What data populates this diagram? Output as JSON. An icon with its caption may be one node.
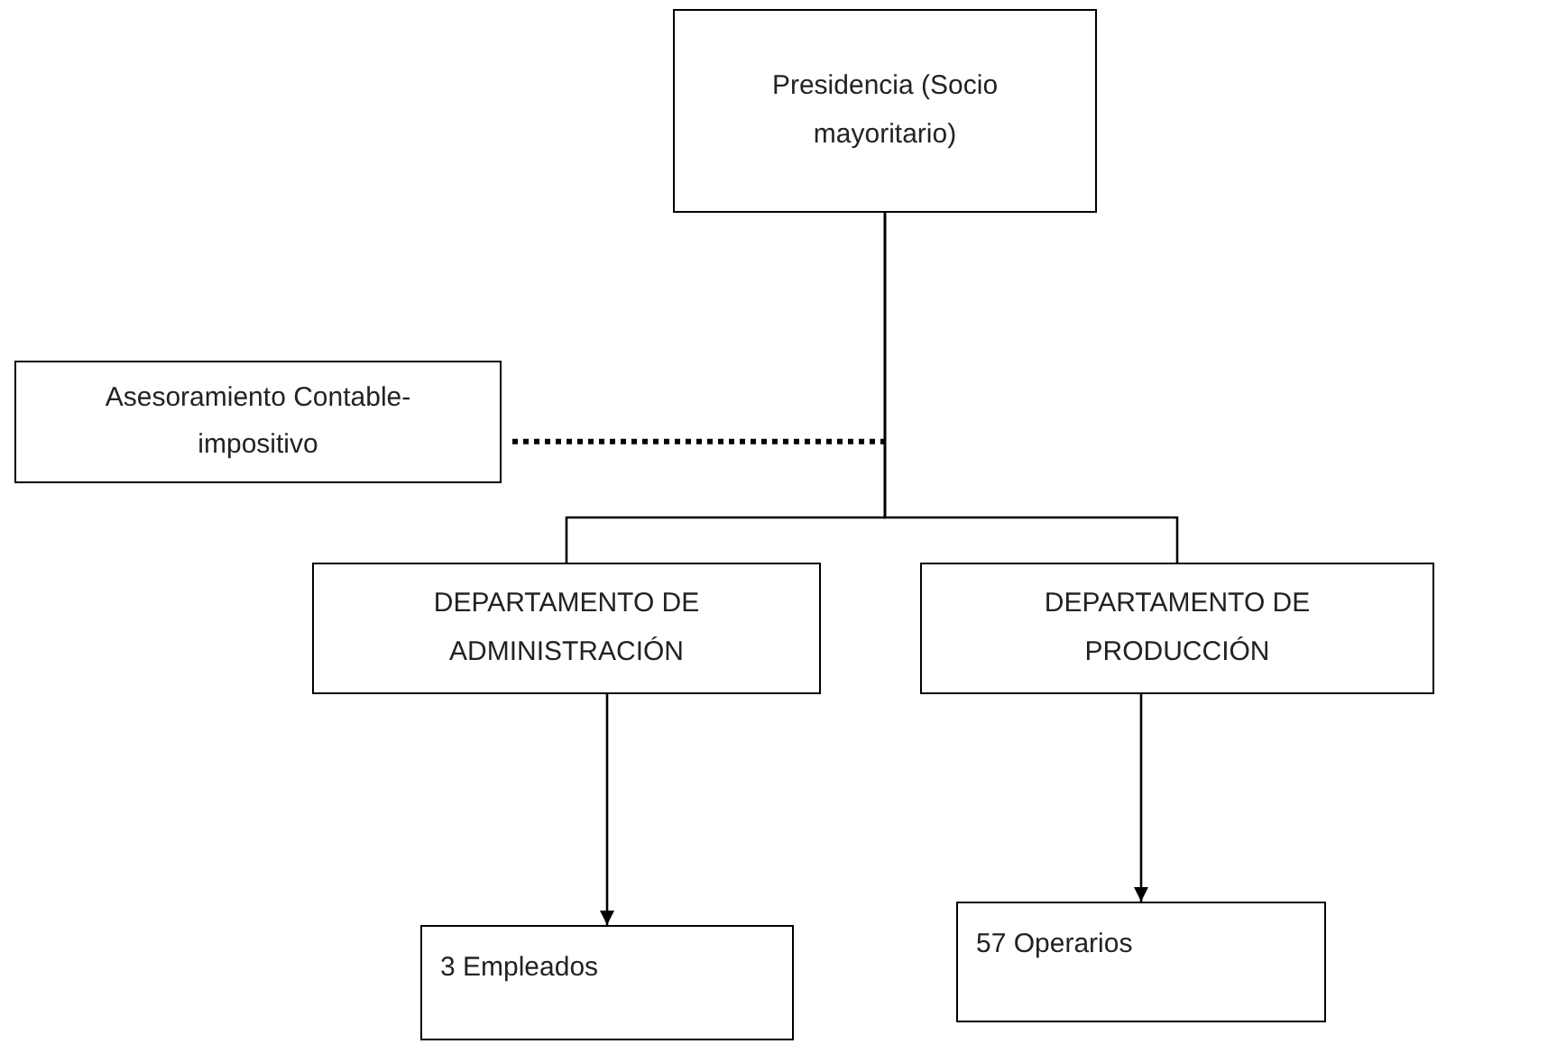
{
  "diagram": {
    "nodes": [
      {
        "text": [
          "Presidencia (Socio mayoritario)"
        ]
      },
      {
        "text": [
          "Asesoramiento Contable-impositivo"
        ]
      },
      {
        "text": [
          "DEPARTAMENTO DE ADMINISTRACIÓN"
        ]
      },
      {
        "text": [
          "DEPARTAMENTO DE PRODUCCIÓN"
        ]
      },
      {
        "text": [
          "3 Empleados"
        ]
      },
      {
        "text": [
          "57 Operarios"
        ]
      }
    ],
    "edges": [
      {
        "from": 0,
        "to": 2,
        "arrow": "none"
      },
      {
        "from": 0,
        "to": 3,
        "arrow": "none"
      },
      {
        "from": 1,
        "to": null,
        "arrow": "none",
        "style": "dashed"
      },
      {
        "from": 2,
        "to": 4,
        "arrow": "to"
      },
      {
        "from": 3,
        "to": 5,
        "arrow": "to"
      }
    ]
  }
}
